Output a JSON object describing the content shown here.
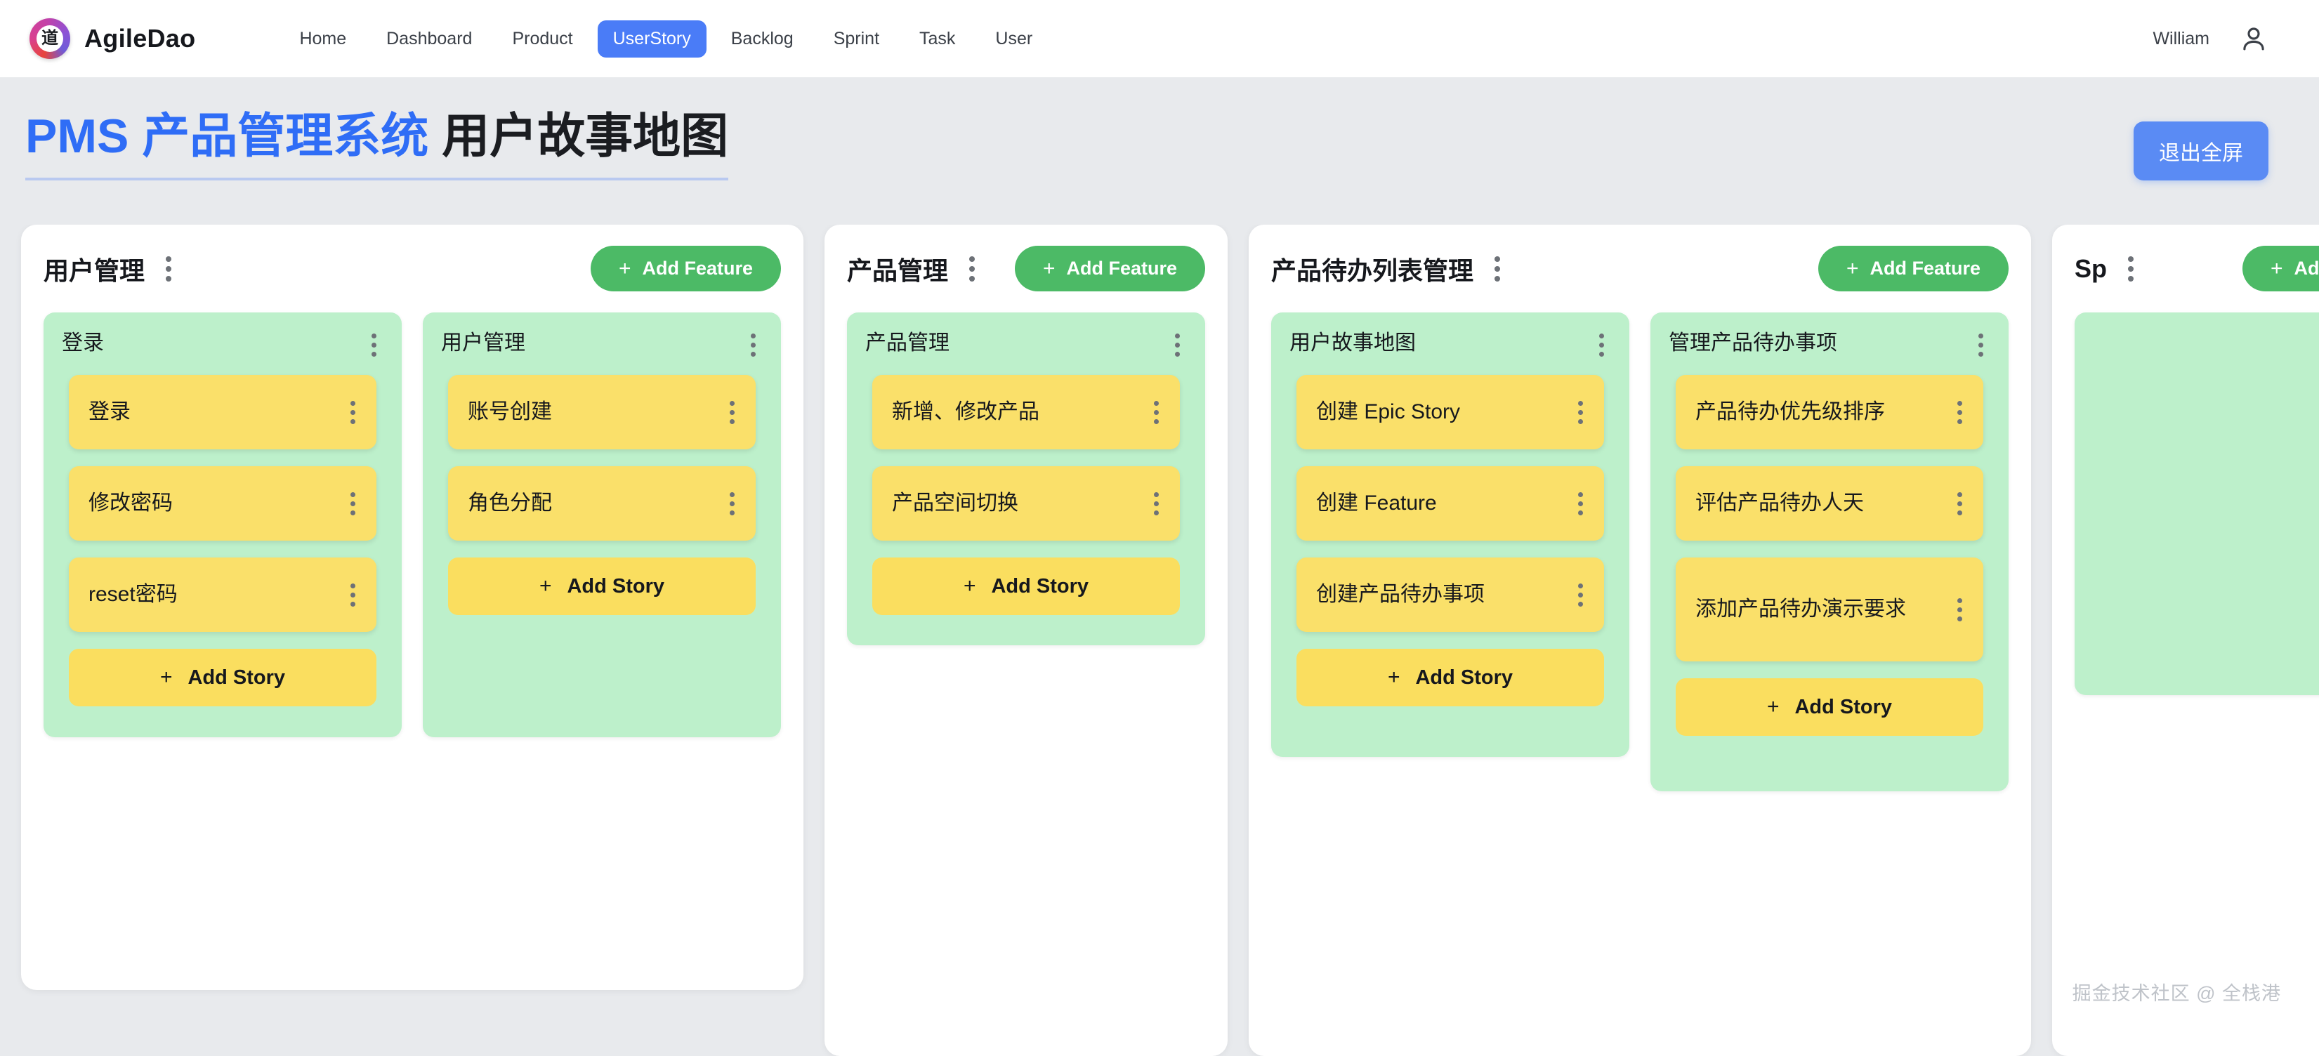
{
  "nav": {
    "brand": {
      "mark": "道",
      "name": "AgileDao"
    },
    "links": [
      {
        "label": "Home",
        "active": false
      },
      {
        "label": "Dashboard",
        "active": false
      },
      {
        "label": "Product",
        "active": false
      },
      {
        "label": "UserStory",
        "active": true
      },
      {
        "label": "Backlog",
        "active": false
      },
      {
        "label": "Sprint",
        "active": false
      },
      {
        "label": "Task",
        "active": false
      },
      {
        "label": "User",
        "active": false
      }
    ],
    "user": {
      "name": "William",
      "icon": "user-icon"
    },
    "active_color": "#4a7cf7"
  },
  "header": {
    "title_blue": "PMS 产品管理系统",
    "title_dark": "用户故事地图",
    "fullscreen_button": "退出全屏",
    "accent_color": "#2f6df6",
    "button_color": "#5a8bf4"
  },
  "board": {
    "add_feature_label": "Add Feature",
    "add_story_label": "Add Story",
    "plus": "+",
    "feature_color": "#bdf0cb",
    "story_color": "#fae06a",
    "add_feature_color": "#4cba66",
    "epics": [
      {
        "title": "用户管理",
        "features": [
          {
            "title": "登录",
            "stories": [
              {
                "title": "登录"
              },
              {
                "title": "修改密码"
              },
              {
                "title": "reset密码"
              }
            ]
          },
          {
            "title": "用户管理",
            "stories": [
              {
                "title": "账号创建"
              },
              {
                "title": "角色分配"
              }
            ]
          }
        ]
      },
      {
        "title": "产品管理",
        "features": [
          {
            "title": "产品管理",
            "stories": [
              {
                "title": "新增、修改产品"
              },
              {
                "title": "产品空间切换"
              }
            ]
          }
        ]
      },
      {
        "title": "产品待办列表管理",
        "features": [
          {
            "title": "用户故事地图",
            "stories": [
              {
                "title": "创建 Epic Story"
              },
              {
                "title": "创建 Feature"
              },
              {
                "title": "创建产品待办事项"
              }
            ]
          },
          {
            "title": "管理产品待办事项",
            "stories": [
              {
                "title": "产品待办优先级排序"
              },
              {
                "title": "评估产品待办人天"
              },
              {
                "title": "添加产品待办演示要求"
              }
            ]
          }
        ]
      },
      {
        "title": "Sp",
        "features": [
          {
            "title": "",
            "stories": []
          }
        ]
      }
    ]
  },
  "watermark": "掘金技术社区 @ 全栈港"
}
